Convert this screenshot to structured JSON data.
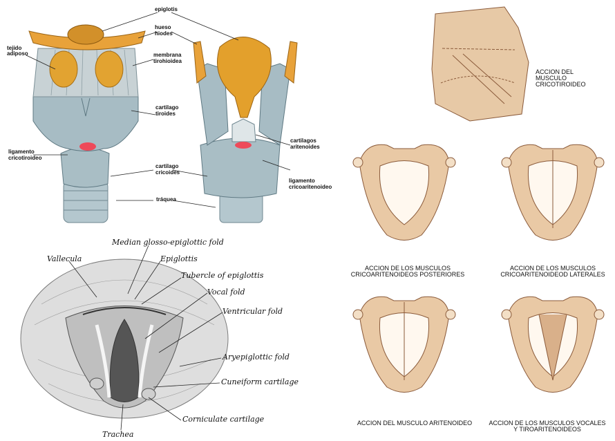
{
  "larynx_panel": {
    "labels": {
      "epiglotis": "epiglotis",
      "hueso": "hueso",
      "hiodes": "hiodes",
      "tejido": "tejido",
      "adiposo": "adiposo",
      "membrana": "membrana",
      "tirohioidea": "tirohioidea",
      "cartilago_t": "cartilago",
      "tiroides": "tiroides",
      "cartilagos_a": "cartilagos",
      "aritenoides": "aritenoides",
      "ligamento_c": "ligamento",
      "cricotiroideo": "cricotiroideo",
      "cartilago_c": "cartilago",
      "cricoides": "cricoides",
      "ligamento_ca": "ligamento",
      "cricoaritenoideo": "cricoaritenoideo",
      "traquea": "tráquea"
    }
  },
  "muscle_panel": {
    "top_caption": [
      "ACCION DEL",
      "MUSCULO",
      "CRICOTIROIDEO"
    ],
    "cap_post": [
      "ACCION DE LOS MUSCULOS",
      "CRICOARITENOIDEOS POSTERIORES"
    ],
    "cap_lat": [
      "ACCION DE LOS MUSCULOS",
      "CRICOARITENOIDEOD LATERALES"
    ],
    "cap_arit": [
      "ACCION DEL MUSCULO ARITENOIDEO"
    ],
    "cap_voc": [
      "ACCION DE LOS MUSCULOS VOCALES",
      "Y TIROARITENOIDEOS"
    ]
  },
  "glottis_panel": {
    "labels": {
      "median": "Median glosso-epiglottic fold",
      "vallecula": "Vallecula",
      "epiglottis": "Epiglottis",
      "tubercle": "Tubercle of epiglottis",
      "vocal": "Vocal fold",
      "ventricular": "Ventricular fold",
      "aryepiglottic": "Aryepiglottic fold",
      "cuneiform": "Cuneiform cartilage",
      "corniculate": "Corniculate cartilage",
      "trachea": "Trachea"
    }
  },
  "colors": {
    "cartilage": "#a7bcc4",
    "bone": "#e8a23a",
    "fat": "#e2a331",
    "sketch": "#d8b08a",
    "sketch_line": "#8a5a3a"
  }
}
